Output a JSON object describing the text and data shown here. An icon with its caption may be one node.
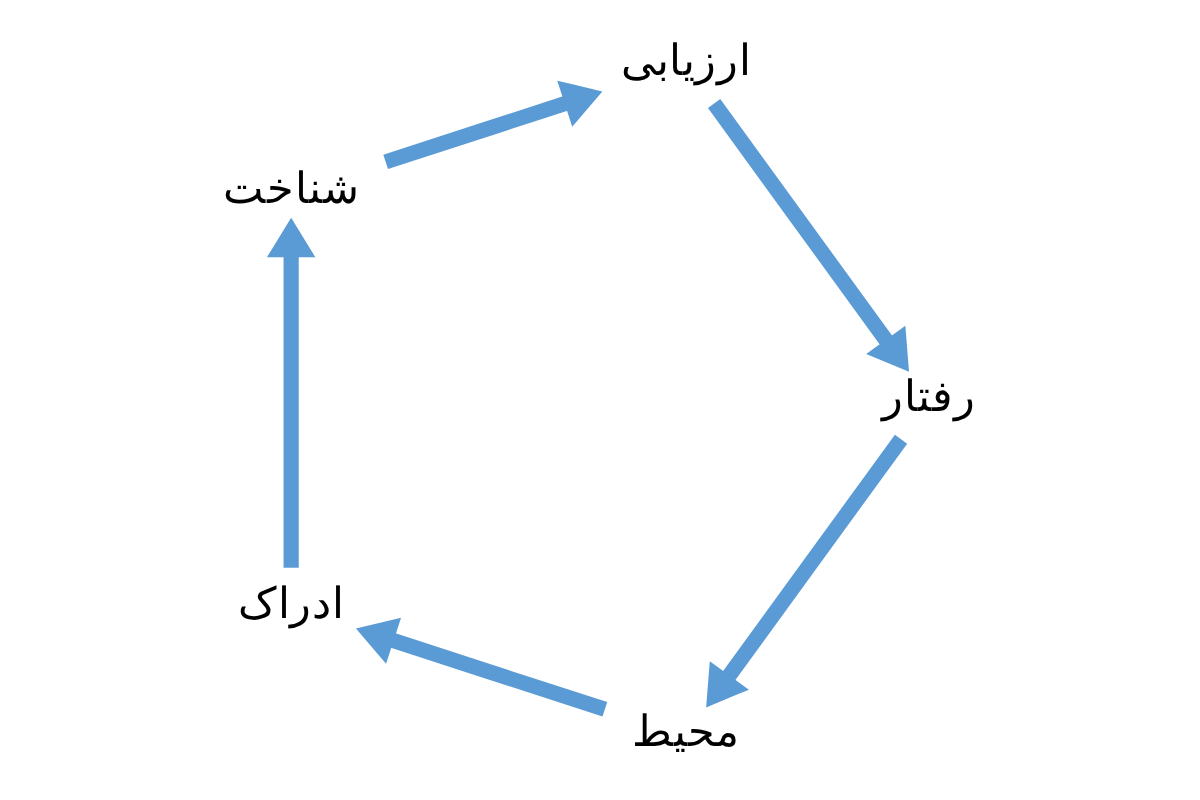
{
  "diagram": {
    "nodes": [
      {
        "text": [
          "محیط"
        ]
      },
      {
        "text": [
          "ادراک"
        ]
      },
      {
        "text": [
          "شناخت"
        ]
      },
      {
        "text": [
          "ارزیابی"
        ]
      },
      {
        "text": [
          "رفتار"
        ]
      }
    ],
    "edges": [
      {
        "from": 0,
        "to": 1,
        "arrow": "to"
      },
      {
        "from": 1,
        "to": 2,
        "arrow": "to"
      },
      {
        "from": 2,
        "to": 3,
        "arrow": "to"
      },
      {
        "from": 3,
        "to": 4,
        "arrow": "to"
      },
      {
        "from": 4,
        "to": 0,
        "arrow": "to"
      }
    ]
  }
}
